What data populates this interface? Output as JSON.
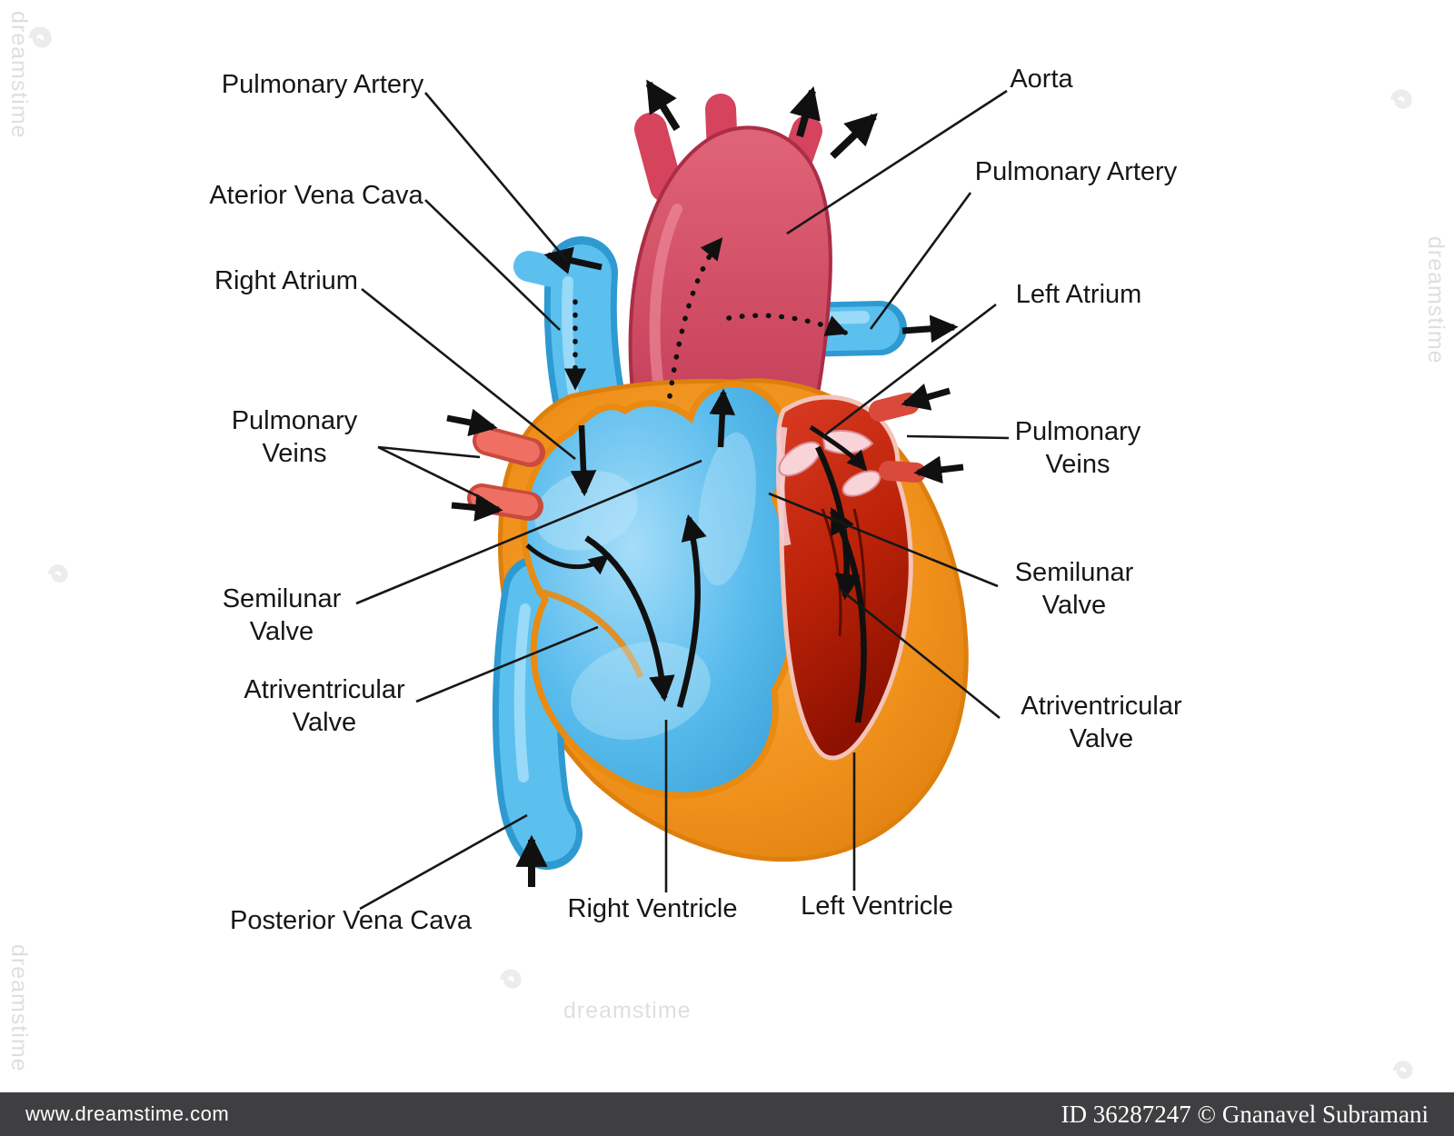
{
  "figure": {
    "type": "anatomical-diagram",
    "subject": "Human heart blood flow diagram"
  },
  "labels": [
    {
      "id": "pulmonary-artery-left",
      "text": "Pulmonary Artery"
    },
    {
      "id": "anterior-vena-cava",
      "text": "Aterior Vena Cava"
    },
    {
      "id": "right-atrium",
      "text": "Right Atrium"
    },
    {
      "id": "pulmonary-veins-left",
      "text": "Pulmonary Veins"
    },
    {
      "id": "semilunar-valve-left",
      "text": "Semilunar Valve"
    },
    {
      "id": "atriventricular-valve-left",
      "text": "Atriventricular Valve"
    },
    {
      "id": "posterior-vena-cava",
      "text": "Posterior Vena Cava"
    },
    {
      "id": "right-ventricle",
      "text": "Right Ventricle"
    },
    {
      "id": "left-ventricle",
      "text": "Left Ventricle"
    },
    {
      "id": "aorta",
      "text": "Aorta"
    },
    {
      "id": "pulmonary-artery-right",
      "text": "Pulmonary Artery"
    },
    {
      "id": "left-atrium",
      "text": "Left Atrium"
    },
    {
      "id": "pulmonary-veins-right",
      "text": "Pulmonary Veins"
    },
    {
      "id": "semilunar-valve-right",
      "text": "Semilunar Valve"
    },
    {
      "id": "atriventricular-valve-right",
      "text": "Atriventricular Valve"
    }
  ],
  "watermark": {
    "brand": "dreamstime",
    "url": "www.dreamstime.com",
    "credit": "ID 36287247 © Gnanavel Subramani"
  },
  "colors": {
    "heart_muscle_orange": "#f0911c",
    "oxygen_poor_blue": "#55b9ec",
    "aorta_red": "#d6435c",
    "left_heart_red": "#c22408",
    "background": "#ffffff",
    "credit_bar": "#3f3f41"
  }
}
